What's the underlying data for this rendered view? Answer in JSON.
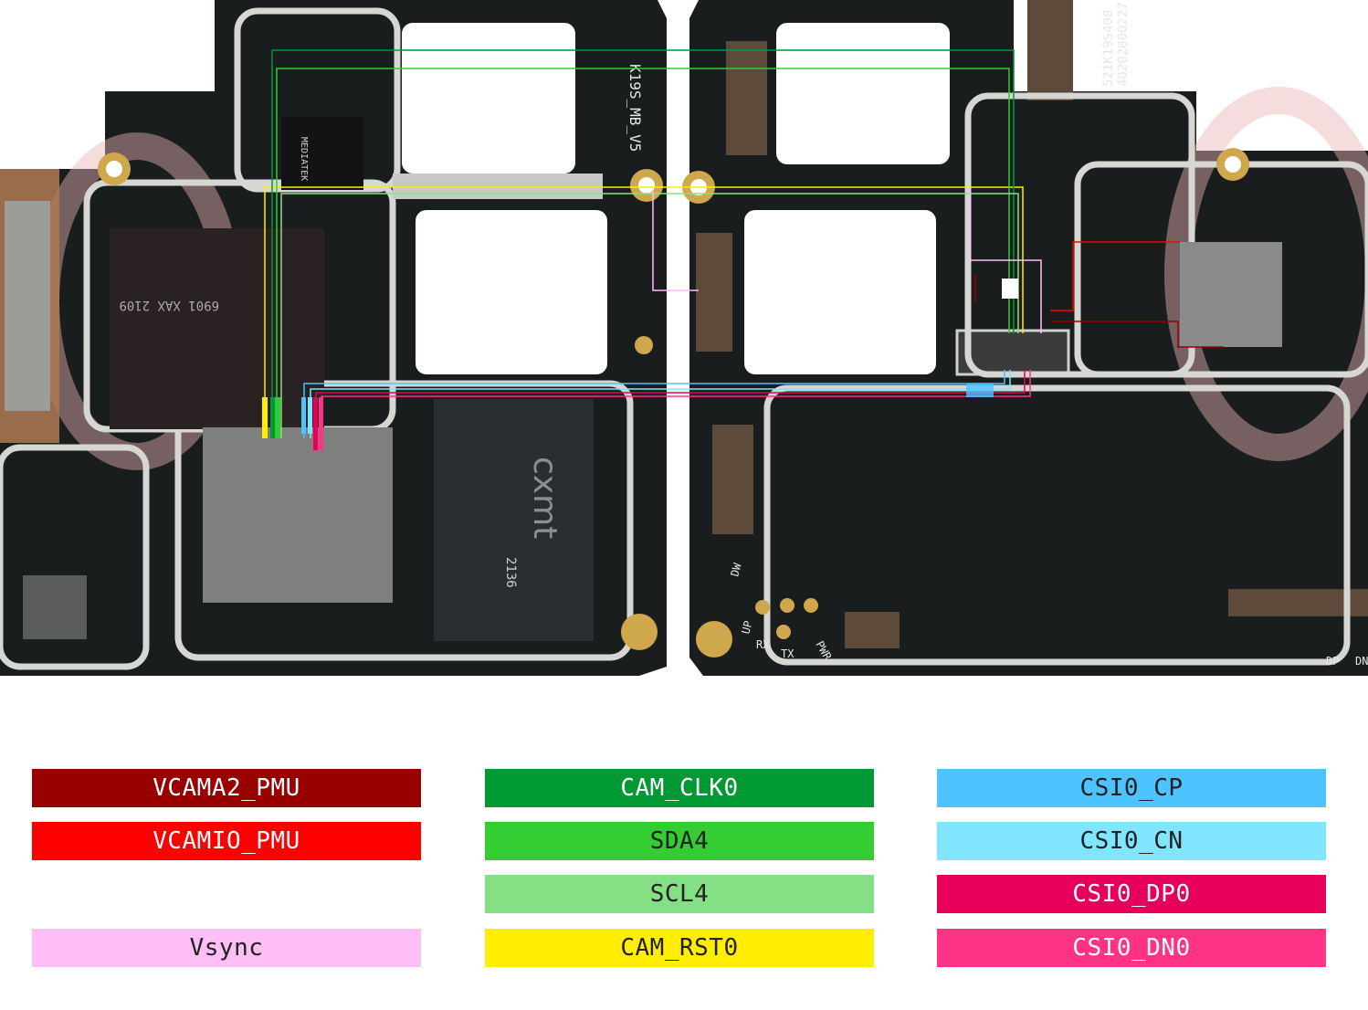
{
  "board": {
    "silkscreen": {
      "board_name": "K19S_MB_V5",
      "left_chip": "MEDIATEK",
      "right_code_1": "521K19S400",
      "right_code_2": "40202000227",
      "memory_brand": "cxmt",
      "memory_date": "2136",
      "emmc_code": "6901 XAX 2109",
      "pin_labels": [
        "DW",
        "UP",
        "RX",
        "TX",
        "PWR",
        "DP",
        "DN"
      ]
    },
    "colors": {
      "pcb": "#1a1d1e",
      "pcb_dark": "#111314",
      "shield": "#d6d6d2",
      "pad_gold": "#cfa74c",
      "watermark": "#e8b4b4"
    }
  },
  "legend": [
    {
      "label": "VCAMA2_PMU",
      "bg": "#990000",
      "fg": "#ffffff"
    },
    {
      "label": "VCAMIO_PMU",
      "bg": "#fe0000",
      "fg": "#ffffff"
    },
    {
      "label": "Vsync",
      "bg": "#ffbff6",
      "fg": "#222222"
    },
    {
      "label": "CAM_CLK0",
      "bg": "#009933",
      "fg": "#ffffff"
    },
    {
      "label": "SDA4",
      "bg": "#33cc33",
      "fg": "#222222"
    },
    {
      "label": "SCL4",
      "bg": "#85e085",
      "fg": "#222222"
    },
    {
      "label": "CAM_RST0",
      "bg": "#ffee00",
      "fg": "#222222"
    },
    {
      "label": "CSI0_CP",
      "bg": "#4dc3ff",
      "fg": "#222222"
    },
    {
      "label": "CSI0_CN",
      "bg": "#80e5ff",
      "fg": "#222222"
    },
    {
      "label": "CSI0_DP0",
      "bg": "#e6005c",
      "fg": "#ffffff"
    },
    {
      "label": "CSI0_DN0",
      "bg": "#ff3385",
      "fg": "#ffffff"
    }
  ]
}
